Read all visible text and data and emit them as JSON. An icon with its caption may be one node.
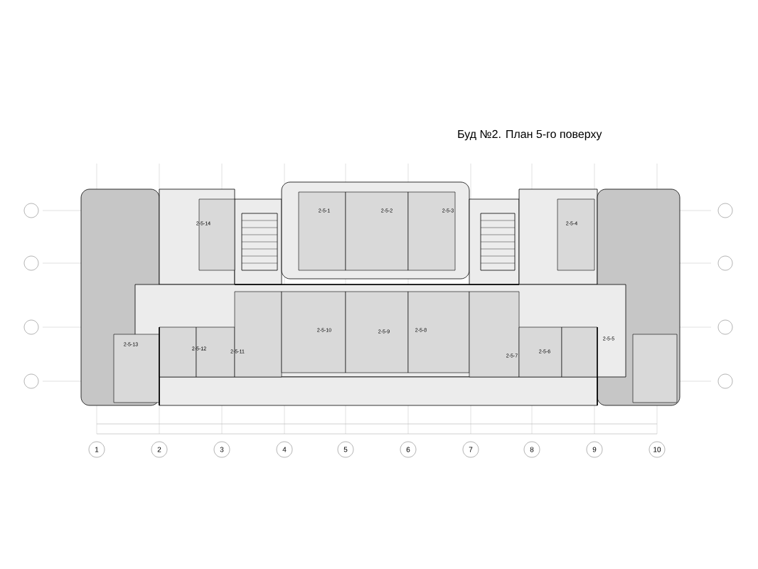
{
  "diagram": {
    "title": "Буд  №2.  План 5-го поверху",
    "labels": [
      "2-5-1",
      "2-5-2",
      "2-5-3",
      "2-5-14",
      "2-5-4",
      "2-5-13",
      "2-5-12",
      "2-5-11",
      "2-5-10",
      "2-5-9",
      "2-5-8",
      "2-5-7",
      "2-5-6",
      "2-5-5",
      "1",
      "2",
      "3",
      "4",
      "5",
      "6",
      "7",
      "8",
      "9",
      "10"
    ]
  }
}
